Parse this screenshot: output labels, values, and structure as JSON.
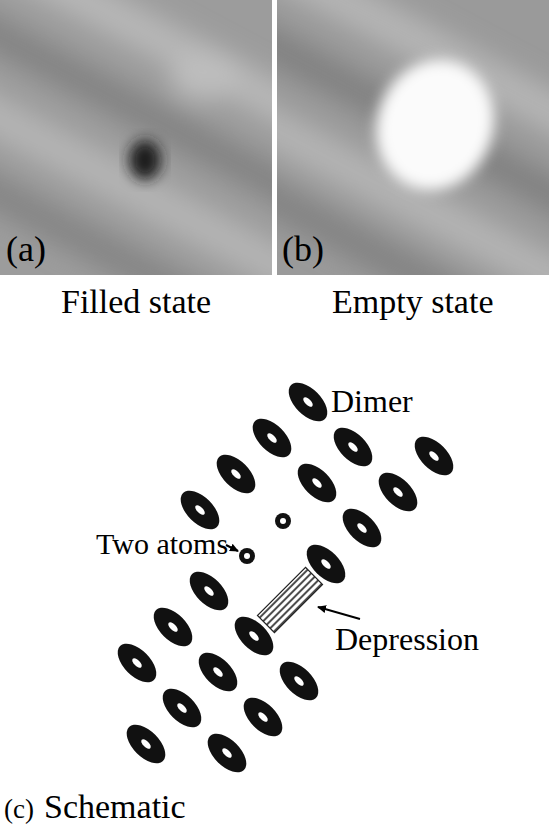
{
  "diagram": {
    "labels": [
      "(a)",
      "(b)",
      "Filled state",
      "Empty state",
      "Dimer",
      "Two atoms",
      "Depression",
      "(c)",
      "Schematic"
    ]
  }
}
